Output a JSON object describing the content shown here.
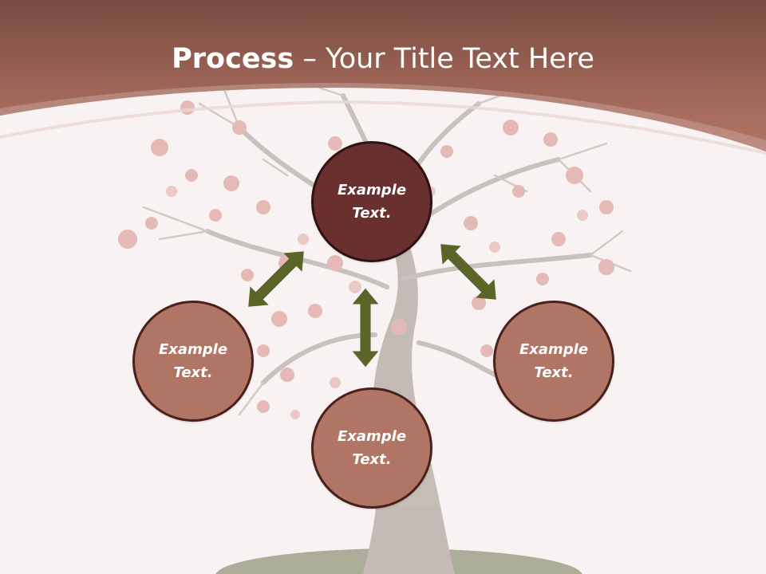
{
  "title": {
    "bold": "Process",
    "rest": " – Your Title Text Here"
  },
  "nodes": {
    "top": {
      "line1": "Example",
      "line2": "Text."
    },
    "left": {
      "line1": "Example",
      "line2": "Text."
    },
    "bottom": {
      "line1": "Example",
      "line2": "Text."
    },
    "right": {
      "line1": "Example",
      "line2": "Text."
    }
  },
  "colors": {
    "header": "#8c5548",
    "header_light": "#b07565",
    "background": "#f8f3f2",
    "node_fill": "#b07565",
    "node_center_fill": "#6a2f2f",
    "arrow": "#5b6429"
  },
  "icons": [
    "bonsai-tree-image",
    "double-arrow-icon"
  ]
}
